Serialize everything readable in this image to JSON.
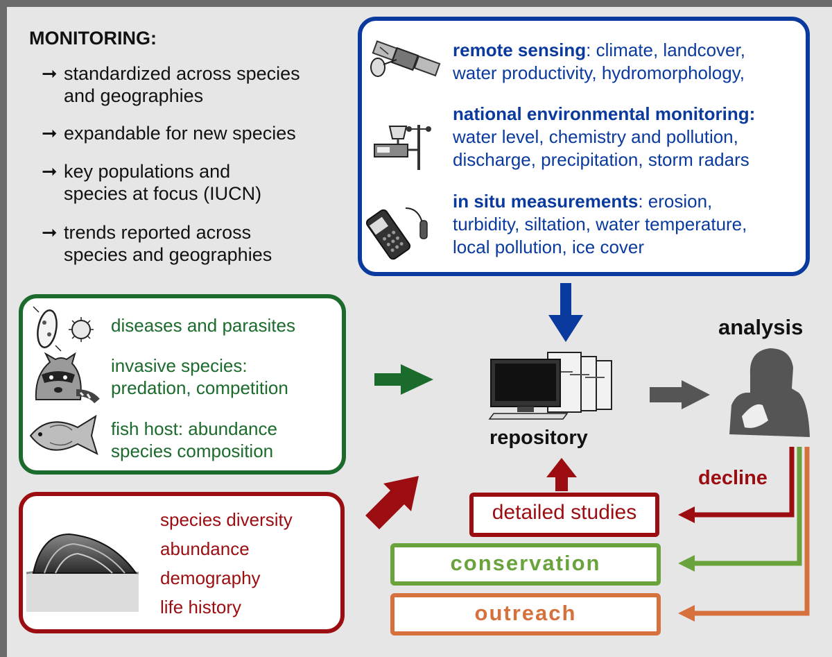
{
  "monitoring": {
    "title": "MONITORING:",
    "bullets": [
      {
        "line1": "standardized across species",
        "line2": "and geographies"
      },
      {
        "line1": "expandable for new species",
        "line2": ""
      },
      {
        "line1": "key populations and",
        "line2": "species at focus (IUCN)"
      },
      {
        "line1": "trends reported across",
        "line2": "species and geographies"
      }
    ]
  },
  "environment": {
    "remote_head": "remote sensing",
    "remote_l1": ": climate, landcover,",
    "remote_l2": "water productivity, hydromorphology,",
    "national_head": "national environmental monitoring:",
    "national_l1": "water level, chemistry and pollution,",
    "national_l2": "discharge, precipitation, storm radars",
    "insitu_head": "in situ measurements",
    "insitu_l1": ": erosion,",
    "insitu_l2": "turbidity, siltation, water temperature,",
    "insitu_l3": "local pollution, ice cover"
  },
  "threats": {
    "diseases": "diseases and parasites",
    "invasive_l1": "invasive species:",
    "invasive_l2": "predation, competition",
    "fish_l1": "fish host: abundance",
    "fish_l2": "species composition"
  },
  "mussels": {
    "items": [
      "species diversity",
      "abundance",
      "demography",
      "life history"
    ]
  },
  "center": {
    "repository": "repository",
    "analysis": "analysis",
    "decline": "decline"
  },
  "actions": {
    "detailed": "detailed studies",
    "conservation": "conservation",
    "outreach": "outreach"
  },
  "colors": {
    "blue": "#0a3a9e",
    "green": "#1b6b2c",
    "red": "#9b0d10",
    "light_green": "#6aa33c",
    "orange": "#d6713d",
    "gray": "#555555"
  }
}
